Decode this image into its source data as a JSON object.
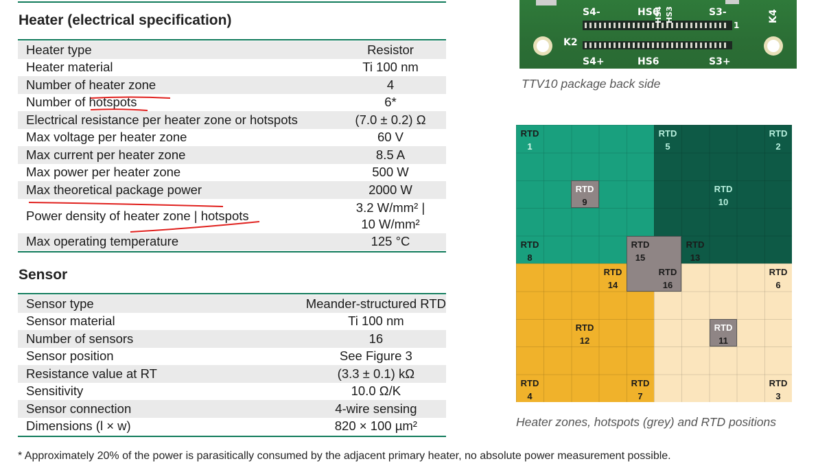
{
  "heater_section": {
    "title": "Heater (electrical specification)",
    "rows": [
      {
        "label": "Heater type",
        "value": "Resistor"
      },
      {
        "label": "Heater material",
        "value": "Ti 100 nm"
      },
      {
        "label": "Number of heater zone",
        "value": "4"
      },
      {
        "label": "Number of hotspots",
        "value": "6*"
      },
      {
        "label": "Electrical resistance per heater zone or hotspots",
        "value": "(7.0 ± 0.2) Ω"
      },
      {
        "label": "Max voltage per heater zone",
        "value": "60 V"
      },
      {
        "label": "Max current per heater zone",
        "value": "8.5 A"
      },
      {
        "label": "Max power per heater zone",
        "value": "500 W"
      },
      {
        "label": "Max theoretical package power",
        "value": "2000 W"
      },
      {
        "label": "Power density of heater zone | hotspots",
        "value_line1": "3.2 W/mm² |",
        "value_line2": "10 W/mm²"
      },
      {
        "label": "Max operating temperature",
        "value": "125 °C"
      }
    ]
  },
  "sensor_section": {
    "title": "Sensor",
    "rows": [
      {
        "label": "Sensor type",
        "value": "Meander-structured RTD"
      },
      {
        "label": "Sensor material",
        "value": "Ti 100 nm"
      },
      {
        "label": "Number of sensors",
        "value": "16"
      },
      {
        "label": "Sensor position",
        "value": "See Figure 3"
      },
      {
        "label": "Resistance value at RT",
        "value": "(3.3 ± 0.1) kΩ"
      },
      {
        "label": "Sensitivity",
        "value": "10.0 Ω/K"
      },
      {
        "label": "Sensor connection",
        "value": "4-wire sensing"
      },
      {
        "label": "Dimensions (l × w)",
        "value": "820 × 100 µm²"
      }
    ]
  },
  "board_photo": {
    "labels": {
      "s4m": "S4-",
      "hs6_top": "HS6",
      "hs4": "HS4",
      "hs3": "HS3",
      "s3m": "S3-",
      "k2": "K2",
      "s4p": "S4+",
      "hs6_bot": "HS6",
      "s3p": "S3+",
      "k4": "K4",
      "one": "1"
    },
    "caption": "TTV10 package back side"
  },
  "rtd_figure": {
    "rtd_prefix": "RTD",
    "sensors": [
      {
        "num": "1"
      },
      {
        "num": "5"
      },
      {
        "num": "2"
      },
      {
        "num": "9"
      },
      {
        "num": "10"
      },
      {
        "num": "8"
      },
      {
        "num": "15"
      },
      {
        "num": "13"
      },
      {
        "num": "14"
      },
      {
        "num": "16"
      },
      {
        "num": "6"
      },
      {
        "num": "12"
      },
      {
        "num": "11"
      },
      {
        "num": "4"
      },
      {
        "num": "7"
      },
      {
        "num": "3"
      }
    ],
    "colors": {
      "zone_top_left": "#19a07e",
      "zone_top_right": "#0e5a46",
      "zone_bottom_left": "#f0b22b",
      "zone_bottom_right": "#fbe5bd",
      "hotspot": "#8f8585"
    },
    "caption": "Heater zones, hotspots (grey) and RTD positions"
  },
  "footnote": "* Approximately 20% of the power is parasitically consumed by the adjacent primary heater, no absolute power measurement possible."
}
